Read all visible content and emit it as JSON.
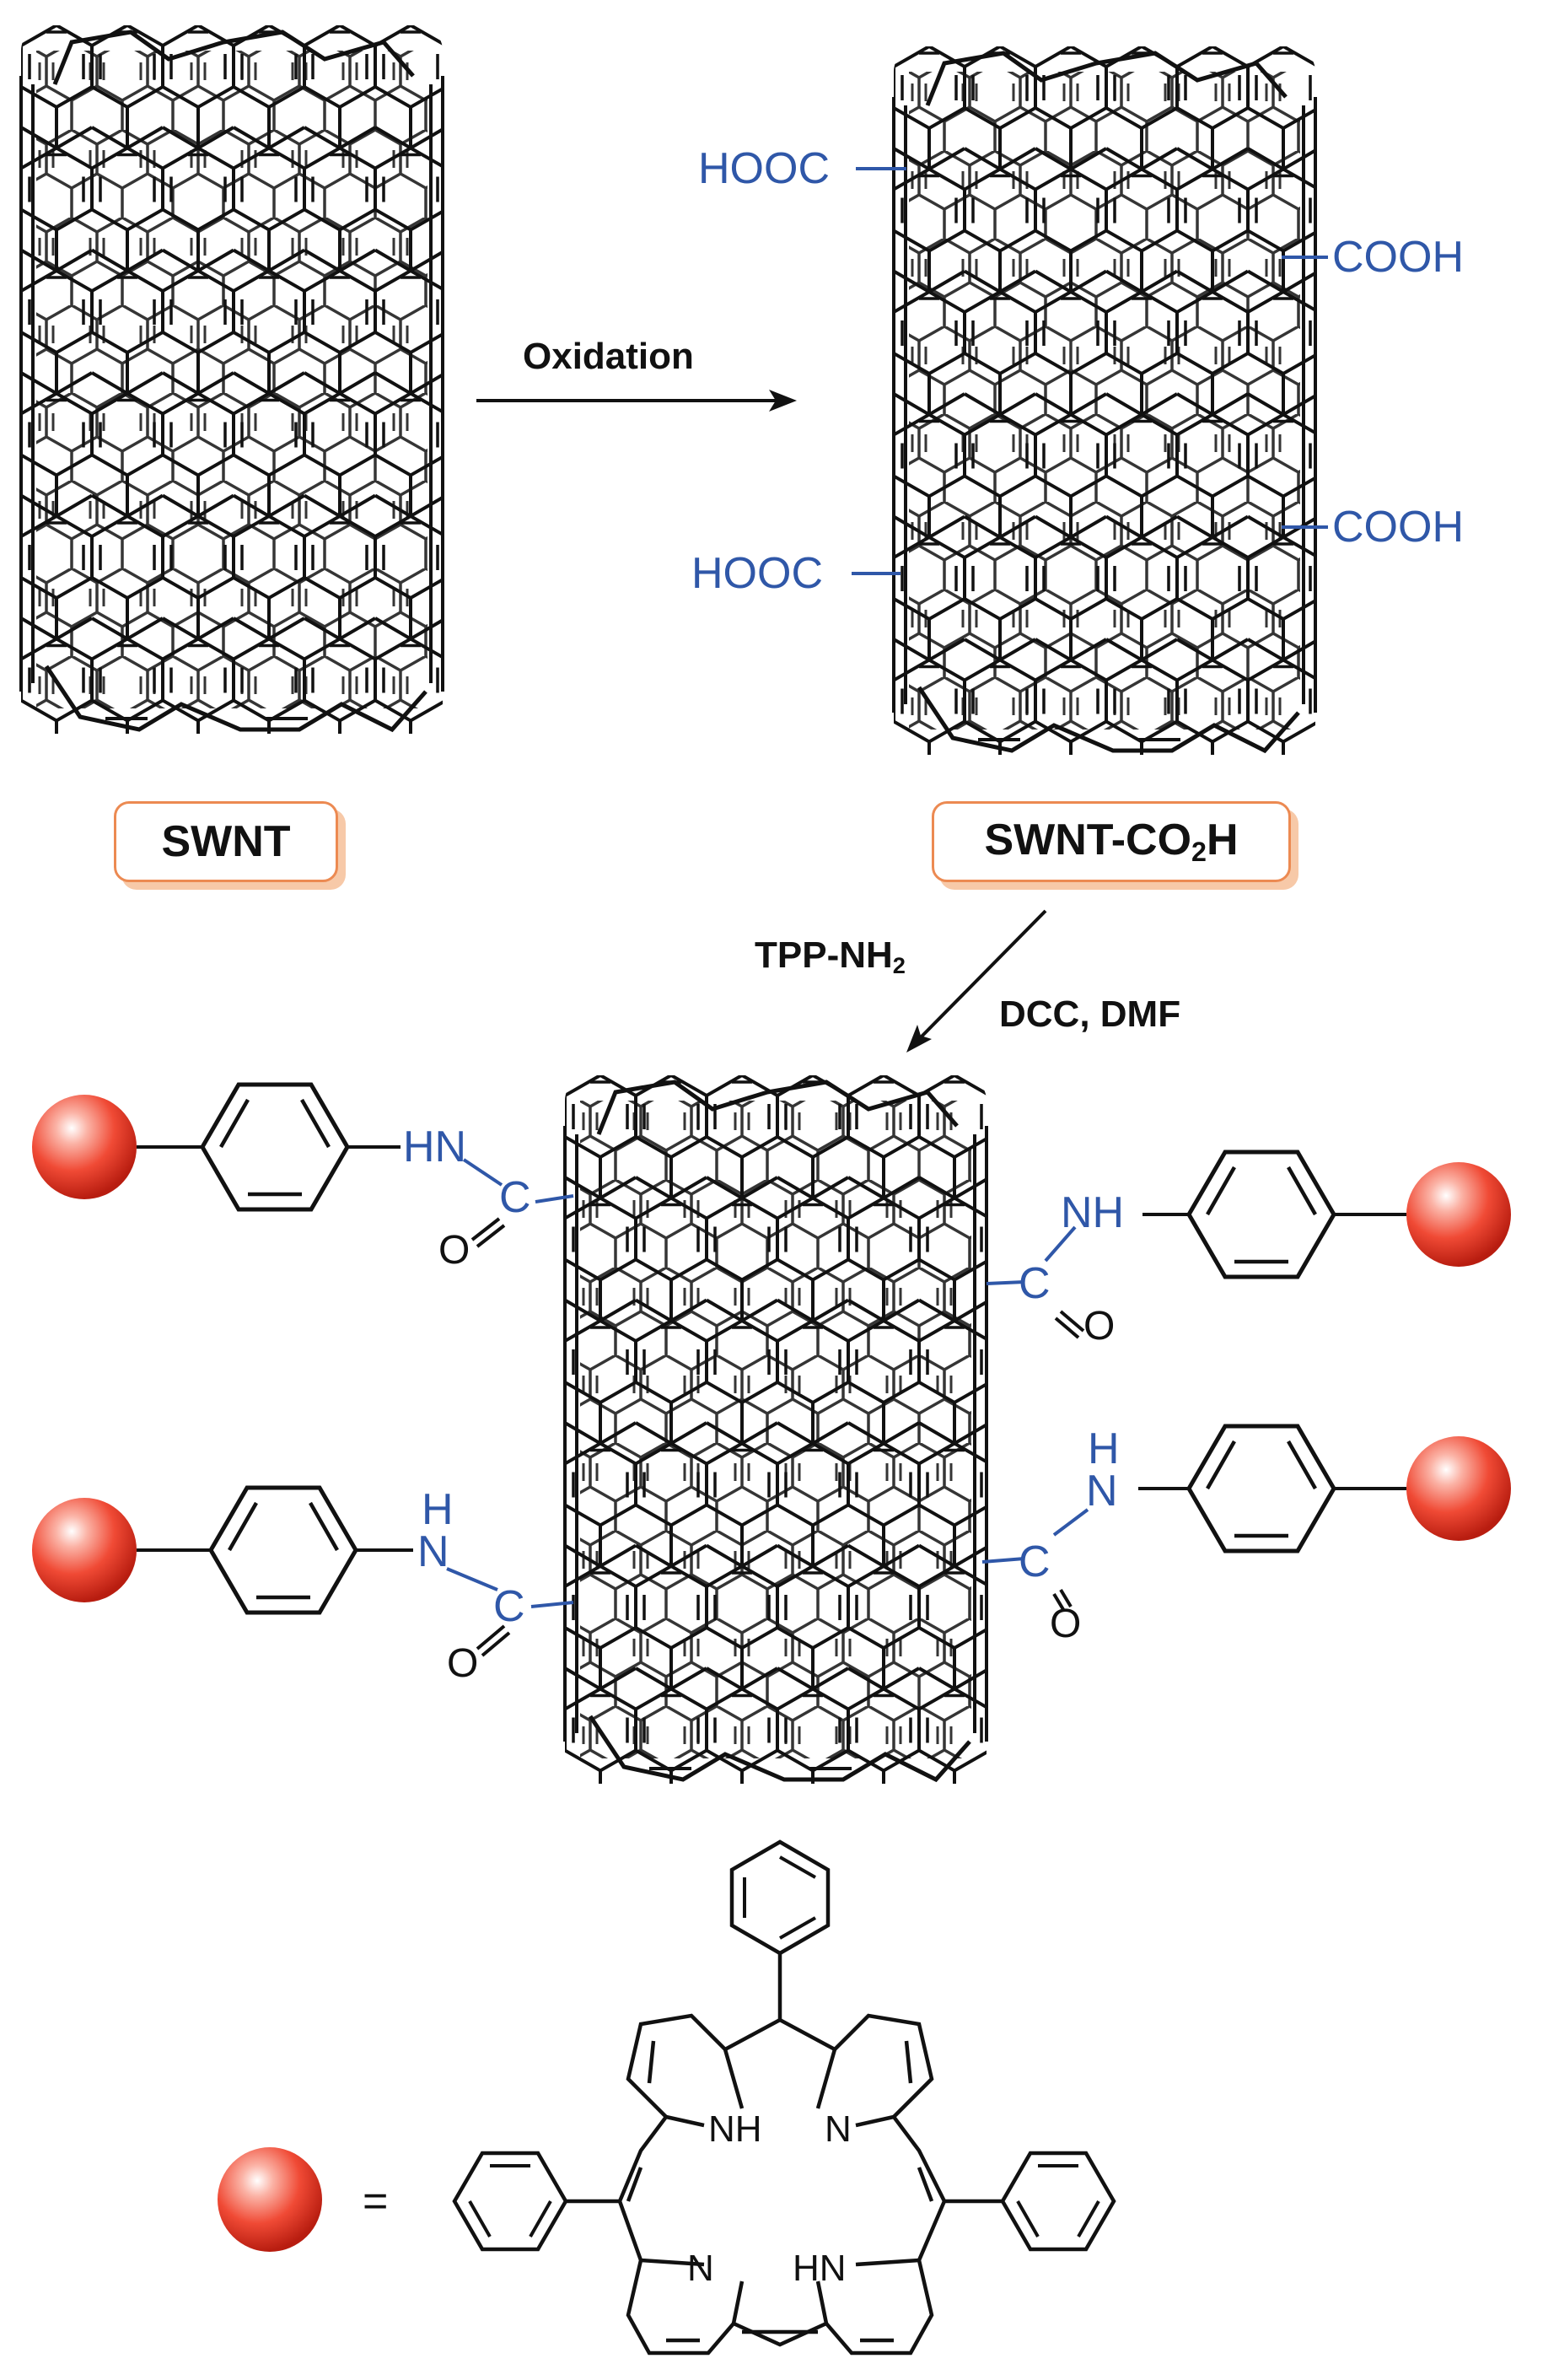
{
  "labels": {
    "swnt": "SWNT",
    "swnt_co2h_prefix": "SWNT-CO",
    "swnt_co2h_sub": "2",
    "swnt_co2h_suffix": "H",
    "oxidation": "Oxidation",
    "tpp_prefix": "TPP-NH",
    "tpp_sub": "2",
    "conditions": "DCC, DMF",
    "hooc": "HOOC",
    "cooh": "COOH",
    "hn": "HN",
    "nh": "NH",
    "h": "H",
    "n": "N",
    "c": "C",
    "o": "O",
    "equals": "=",
    "porph_nh": "NH",
    "porph_n1": "N",
    "porph_n2": "N",
    "porph_hn": "HN"
  },
  "colors": {
    "bond": "#111111",
    "linker": "#2f57a8",
    "box_border": "#ec8a52",
    "box_shadow": "#f7c9a8",
    "sphere": "#e8291c"
  }
}
